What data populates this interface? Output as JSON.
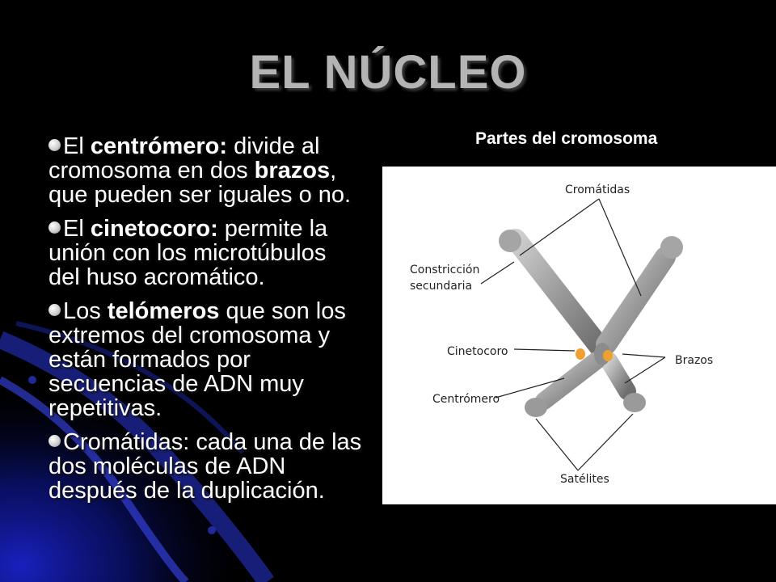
{
  "title": "EL NÚCLEO",
  "bullets": [
    {
      "parts": [
        {
          "t": "El ",
          "b": false
        },
        {
          "t": "centrómero:",
          "b": true
        },
        {
          "t": " divide al cromosoma en dos ",
          "b": false
        },
        {
          "t": "brazos",
          "b": true
        },
        {
          "t": ", que pueden ser iguales o no.",
          "b": false
        }
      ]
    },
    {
      "parts": [
        {
          "t": "El ",
          "b": false
        },
        {
          "t": "cinetocoro:",
          "b": true
        },
        {
          "t": " permite la unión con los microtúbulos del huso acromático.",
          "b": false
        }
      ]
    },
    {
      "parts": [
        {
          "t": "Los ",
          "b": false
        },
        {
          "t": "telómeros",
          "b": true
        },
        {
          "t": " que son los extremos del cromosoma y están formados por secuencias de ADN muy repetitivas.",
          "b": false
        }
      ]
    },
    {
      "parts": [
        {
          "t": "Cromátidas: cada una de las dos moléculas de ADN después de la duplicación.",
          "b": false
        }
      ]
    }
  ],
  "figure": {
    "caption": "Partes del cromosoma",
    "labels": {
      "cromatidas": "Cromátidas",
      "constriccion_1": "Constricción",
      "constriccion_2": "secundaria",
      "cinetocoro": "Cinetocoro",
      "centromero": "Centrómero",
      "brazos": "Brazos",
      "satelites": "Satélites"
    }
  },
  "colors": {
    "background": "#000000",
    "title": "#b4b4b4",
    "text": "#ffffff",
    "chromosome": "#9a9a9a",
    "kinetochore": "#f0a030"
  }
}
